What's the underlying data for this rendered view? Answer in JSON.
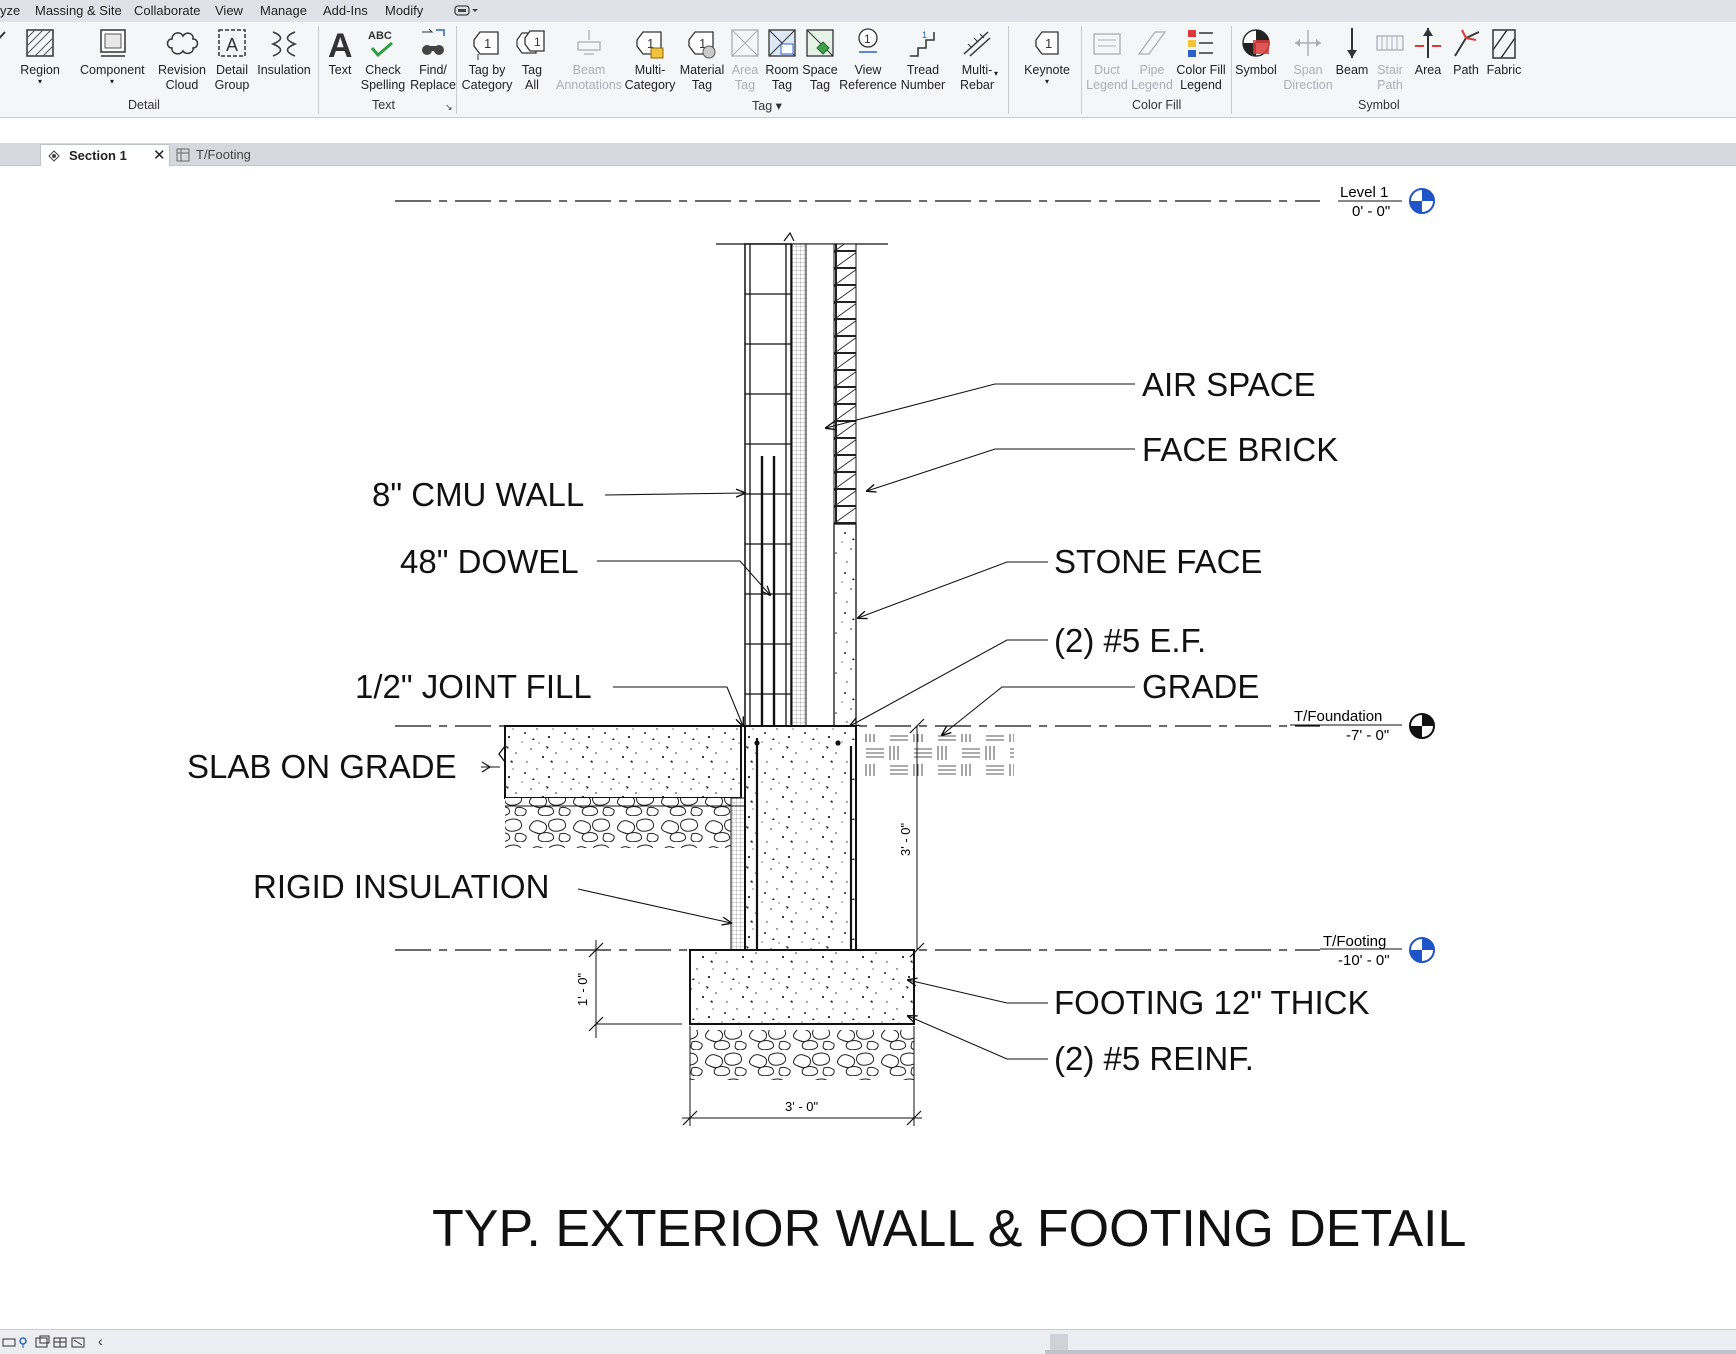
{
  "menu": {
    "items": [
      "yze",
      "Massing & Site",
      "Collaborate",
      "View",
      "Manage",
      "Add-Ins",
      "Modify"
    ]
  },
  "ribbon": {
    "detail": {
      "panel_label": "Detail",
      "region": [
        "Region"
      ],
      "component": [
        "Component"
      ],
      "revision_cloud": [
        "Revision",
        "Cloud"
      ],
      "detail_group": [
        "Detail",
        "Group"
      ],
      "insulation": [
        "Insulation"
      ]
    },
    "text": {
      "panel_label": "Text",
      "text": [
        "Text"
      ],
      "check_spelling": [
        "Check",
        "Spelling"
      ],
      "find_replace": [
        "Find/",
        "Replace"
      ],
      "abc": "ABC"
    },
    "tag": {
      "panel_label": "Tag",
      "tag_by_category": [
        "Tag by",
        "Category"
      ],
      "tag_all": [
        "Tag",
        "All"
      ],
      "beam_annotations": [
        "Beam",
        "Annotations"
      ],
      "multi_category": [
        "Multi-",
        "Category"
      ],
      "material_tag": [
        "Material",
        "Tag"
      ],
      "area_tag": [
        "Area",
        "Tag"
      ],
      "room_tag": [
        "Room",
        "Tag"
      ],
      "space_tag": [
        "Space",
        "Tag"
      ],
      "view_reference": [
        "View",
        "Reference"
      ],
      "tread_number": [
        "Tread",
        "Number"
      ],
      "multi_rebar": [
        "Multi-",
        "Rebar"
      ],
      "keynote": [
        "Keynote"
      ]
    },
    "color_fill": {
      "panel_label": "Color Fill",
      "duct_legend": [
        "Duct",
        "Legend"
      ],
      "pipe_legend": [
        "Pipe",
        "Legend"
      ],
      "color_fill_legend": [
        "Color Fill",
        "Legend"
      ]
    },
    "symbol": {
      "panel_label": "Symbol",
      "symbol": [
        "Symbol"
      ],
      "span_direction": [
        "Span",
        "Direction"
      ],
      "beam": [
        "Beam"
      ],
      "stair_path": [
        "Stair",
        "Path"
      ],
      "area": [
        "Area"
      ],
      "path": [
        "Path"
      ],
      "fabric": [
        "Fabric"
      ]
    }
  },
  "tabs": [
    {
      "label": "Section 1",
      "active": true
    },
    {
      "label": "T/Footing",
      "active": false
    }
  ],
  "drawing": {
    "levels": {
      "level1": {
        "name": "Level 1",
        "elev": "0' - 0\""
      },
      "foundation": {
        "name": "T/Foundation",
        "elev": "-7' - 0\""
      },
      "footing": {
        "name": "T/Footing",
        "elev": "-10' - 0\""
      }
    },
    "labels": {
      "air_space": "AIR SPACE",
      "face_brick": "FACE BRICK",
      "cmu_wall": "8\" CMU WALL",
      "dowel": "48\" DOWEL",
      "stone_face": "STONE FACE",
      "ef": "(2) #5 E.F.",
      "grade": "GRADE",
      "joint_fill": "1/2\" JOINT FILL",
      "slab": "SLAB ON GRADE",
      "rigid": "RIGID INSULATION",
      "footing_thick": "FOOTING 12\" THICK",
      "reinf": "(2) #5 REINF."
    },
    "dims": {
      "stem_height": "3' - 0\"",
      "footing_thick": "1' - 0\"",
      "footing_width": "3' - 0\""
    },
    "title": "TYP. EXTERIOR WALL & FOOTING DETAIL"
  },
  "colors": {
    "level_marker": "#1f55c8",
    "ribbon_bg": "#f5f6f7",
    "tab_bg": "#d5d9de"
  }
}
